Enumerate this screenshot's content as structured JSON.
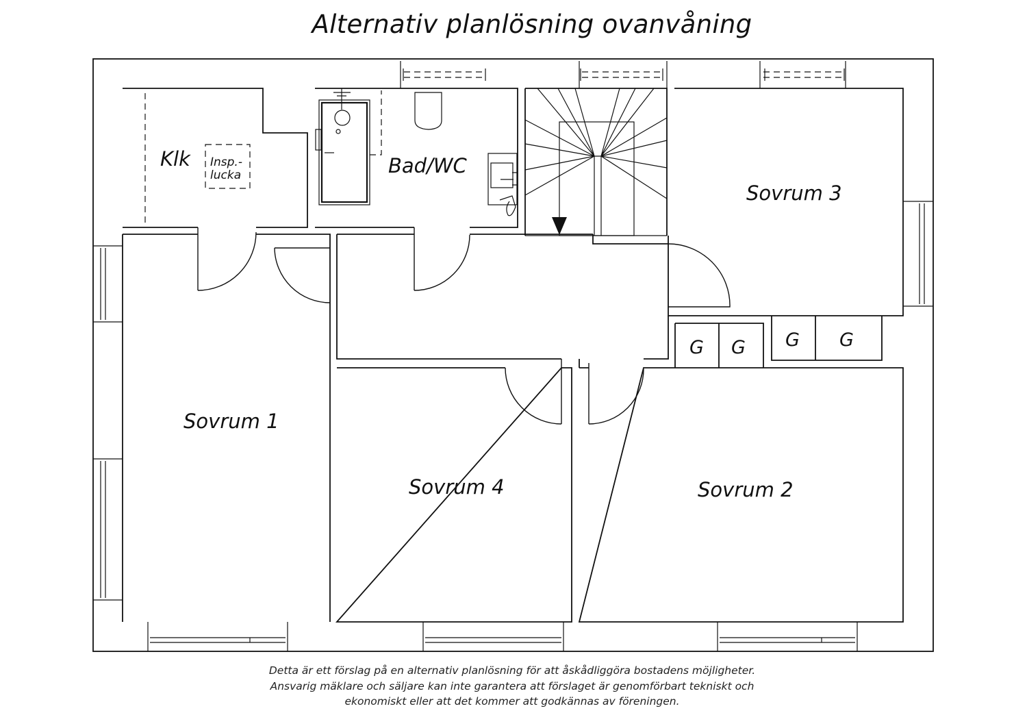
{
  "title": "Alternativ planlösning ovanvåning",
  "rooms": {
    "klk": "Klk",
    "insp_line1": "Insp.-",
    "insp_line2": "lucka",
    "bad": "Bad/WC",
    "sovrum1": "Sovrum 1",
    "sovrum2": "Sovrum 2",
    "sovrum3": "Sovrum 3",
    "sovrum4": "Sovrum 4"
  },
  "closets": [
    "G",
    "G",
    "G",
    "G"
  ],
  "disclaimer": [
    "Detta är ett förslag på en alternativ planlösning för att åskådliggöra bostadens möjligheter.",
    "Ansvarig mäklare och säljare kan inte garantera att förslaget är genomförbart tekniskt och",
    "ekonomiskt eller att det kommer att godkännas av föreningen."
  ],
  "icons": [
    "stair-arrow-icon",
    "radiator-icon",
    "shower-icon",
    "toilet-icon",
    "sink-icon"
  ]
}
